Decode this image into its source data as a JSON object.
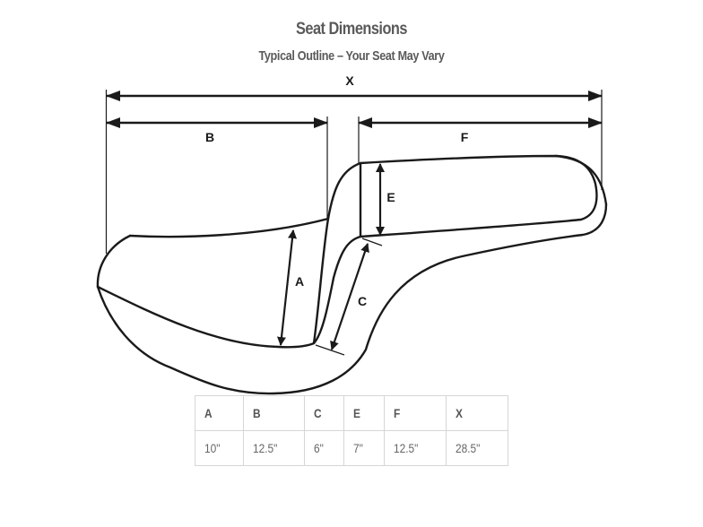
{
  "header": {
    "title": "Seat Dimensions",
    "subtitle": "Typical Outline – Your Seat May Vary"
  },
  "diagram": {
    "labels": {
      "X": "X",
      "B": "B",
      "F": "F",
      "E": "E",
      "A": "A",
      "C": "C"
    },
    "line_color": "#1a1a1a"
  },
  "table": {
    "headers": [
      "A",
      "B",
      "C",
      "E",
      "F",
      "X"
    ],
    "values": [
      "10\"",
      "12.5\"",
      "6\"",
      "7\"",
      "12.5\"",
      "28.5\""
    ],
    "border_color": "#d6d6d6"
  }
}
